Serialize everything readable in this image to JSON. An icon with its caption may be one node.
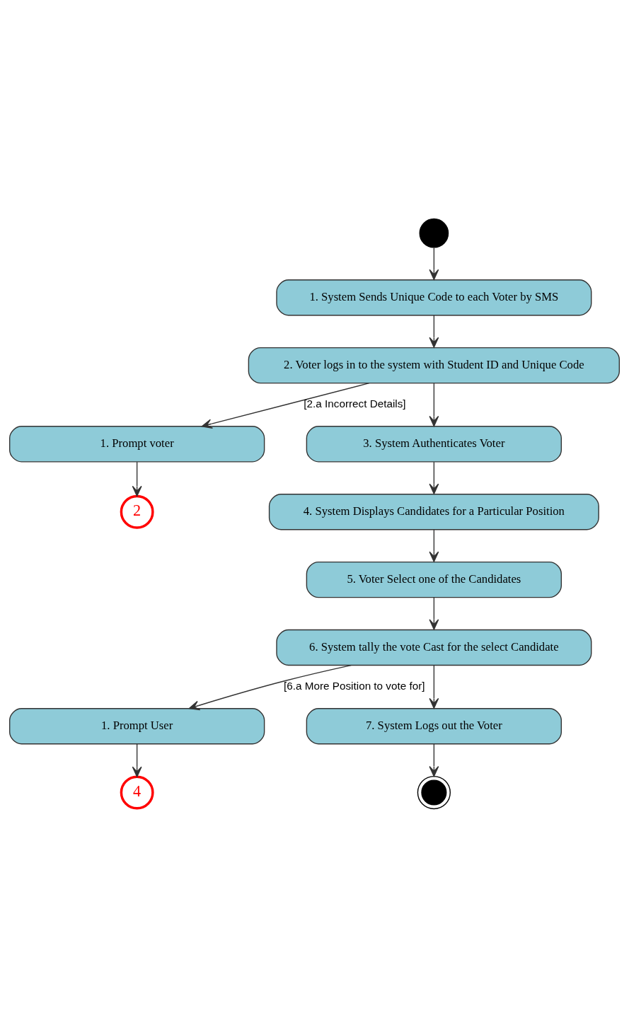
{
  "diagram": {
    "nodes": [
      {
        "text": [],
        "shape": "circle"
      },
      {
        "text": [
          "1. System Sends Unique Code to each Voter by SMS"
        ]
      },
      {
        "text": [
          "2. Voter logs in to the system with Student ID and Unique Code"
        ]
      },
      {
        "text": [
          "1. Prompt voter"
        ]
      },
      {
        "text": [
          "2"
        ]
      },
      {
        "text": [
          "3. System Authenticates Voter"
        ]
      },
      {
        "text": [
          "4. System Displays Candidates for a Particular Position"
        ]
      },
      {
        "text": [
          "5. Voter Select one of the Candidates"
        ]
      },
      {
        "text": [
          "6. System tally the vote Cast for the select Candidate"
        ]
      },
      {
        "text": [
          "1. Prompt User"
        ]
      },
      {
        "text": [
          "4"
        ]
      },
      {
        "text": [
          "7. System Logs out the Voter"
        ]
      },
      {
        "text": [],
        "shape": "circle"
      }
    ],
    "edges": [
      {
        "from": 0,
        "to": 1,
        "arrow": "to"
      },
      {
        "from": 1,
        "to": 2,
        "arrow": "to"
      },
      {
        "from": 2,
        "to": 3,
        "arrow": "to",
        "label": "[2.a Incorrect Details]"
      },
      {
        "from": 3,
        "to": 4,
        "arrow": "to"
      },
      {
        "from": 2,
        "to": 5,
        "arrow": "to"
      },
      {
        "from": 5,
        "to": 6,
        "arrow": "to"
      },
      {
        "from": 6,
        "to": 7,
        "arrow": "to"
      },
      {
        "from": 7,
        "to": 8,
        "arrow": "to"
      },
      {
        "from": 8,
        "to": 9,
        "arrow": "to",
        "label": "[6.a More Position to vote for]"
      },
      {
        "from": 9,
        "to": 10,
        "arrow": "to"
      },
      {
        "from": 8,
        "to": 11,
        "arrow": "to"
      },
      {
        "from": 11,
        "to": 12,
        "arrow": "to"
      }
    ]
  }
}
